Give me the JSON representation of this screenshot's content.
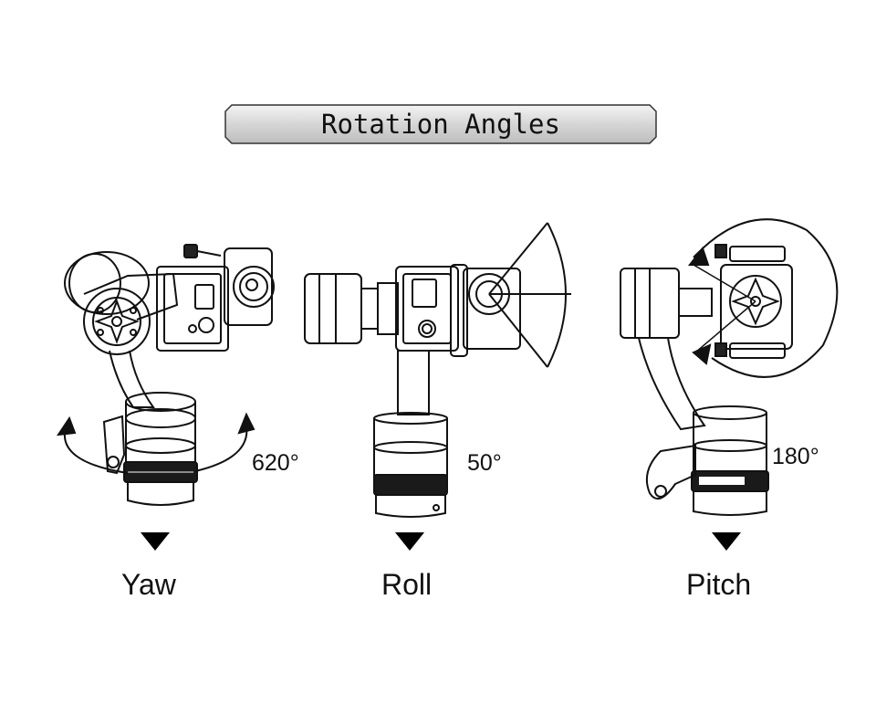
{
  "title": "Rotation Angles",
  "panels": [
    {
      "axis": "Yaw",
      "angle": "620°"
    },
    {
      "axis": "Roll",
      "angle": "50°"
    },
    {
      "axis": "Pitch",
      "angle": "180°"
    }
  ]
}
